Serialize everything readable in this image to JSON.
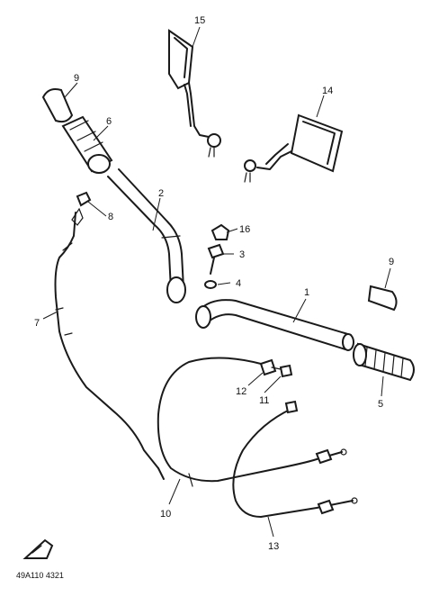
{
  "diagram": {
    "callouts": {
      "c1": "1",
      "c2": "2",
      "c3": "3",
      "c4": "4",
      "c5": "5",
      "c6": "6",
      "c7": "7",
      "c8": "8",
      "c9a": "9",
      "c9b": "9",
      "c10": "10",
      "c11": "11",
      "c12": "12",
      "c13": "13",
      "c14": "14",
      "c15": "15",
      "c16": "16"
    },
    "catalog_code": "49A110 4321"
  }
}
